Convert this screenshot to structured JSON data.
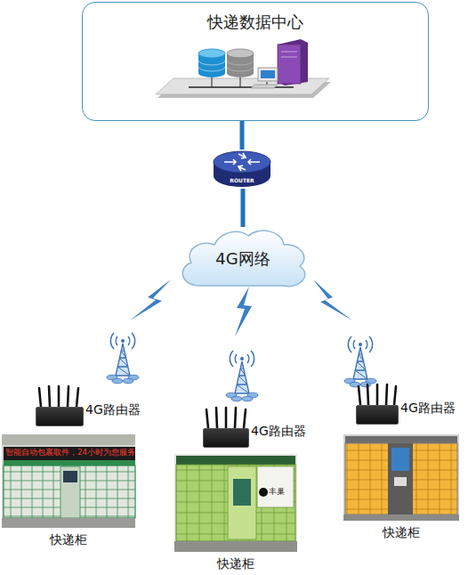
{
  "diagram": {
    "nodes": [
      {
        "text": [
          "快递数据中心"
        ]
      },
      {
        "text": [
          "ROUTER"
        ]
      },
      {
        "text": [
          "4G网络"
        ]
      },
      {
        "text": [
          "4G路由器"
        ]
      },
      {
        "text": [
          "快递柜"
        ]
      },
      {
        "text": [
          "4G路由器"
        ]
      },
      {
        "text": [
          "快递柜"
        ]
      },
      {
        "text": [
          "4G路由器"
        ]
      },
      {
        "text": [
          "快递柜"
        ]
      }
    ],
    "edges": [
      {
        "from": 0,
        "to": 1,
        "arrow": "none"
      },
      {
        "from": 1,
        "to": 2,
        "arrow": "none"
      }
    ],
    "labels": [
      "智能自动包裹取件，24小时为您服务",
      "丰巢"
    ]
  }
}
